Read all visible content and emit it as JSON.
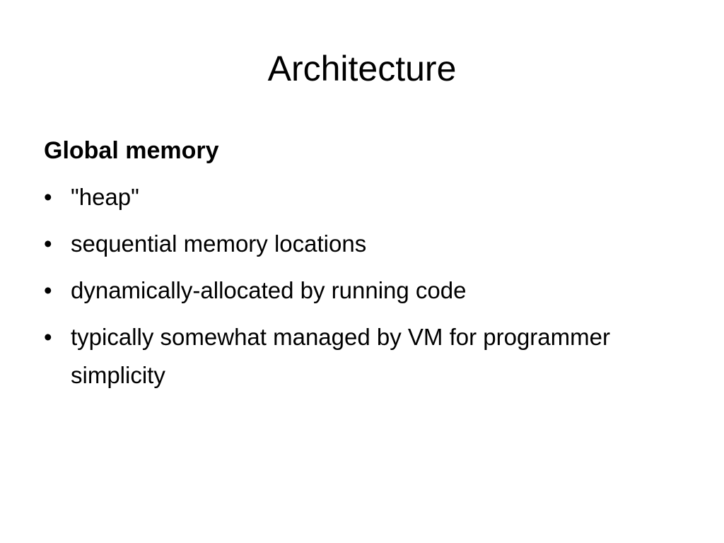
{
  "slide": {
    "title": "Architecture",
    "section_heading": "Global memory",
    "bullet_glyph": "•",
    "bullets": [
      "\"heap\"",
      "sequential memory locations",
      "dynamically-allocated by running code",
      "typically somewhat managed by VM for programmer simplicity"
    ]
  }
}
